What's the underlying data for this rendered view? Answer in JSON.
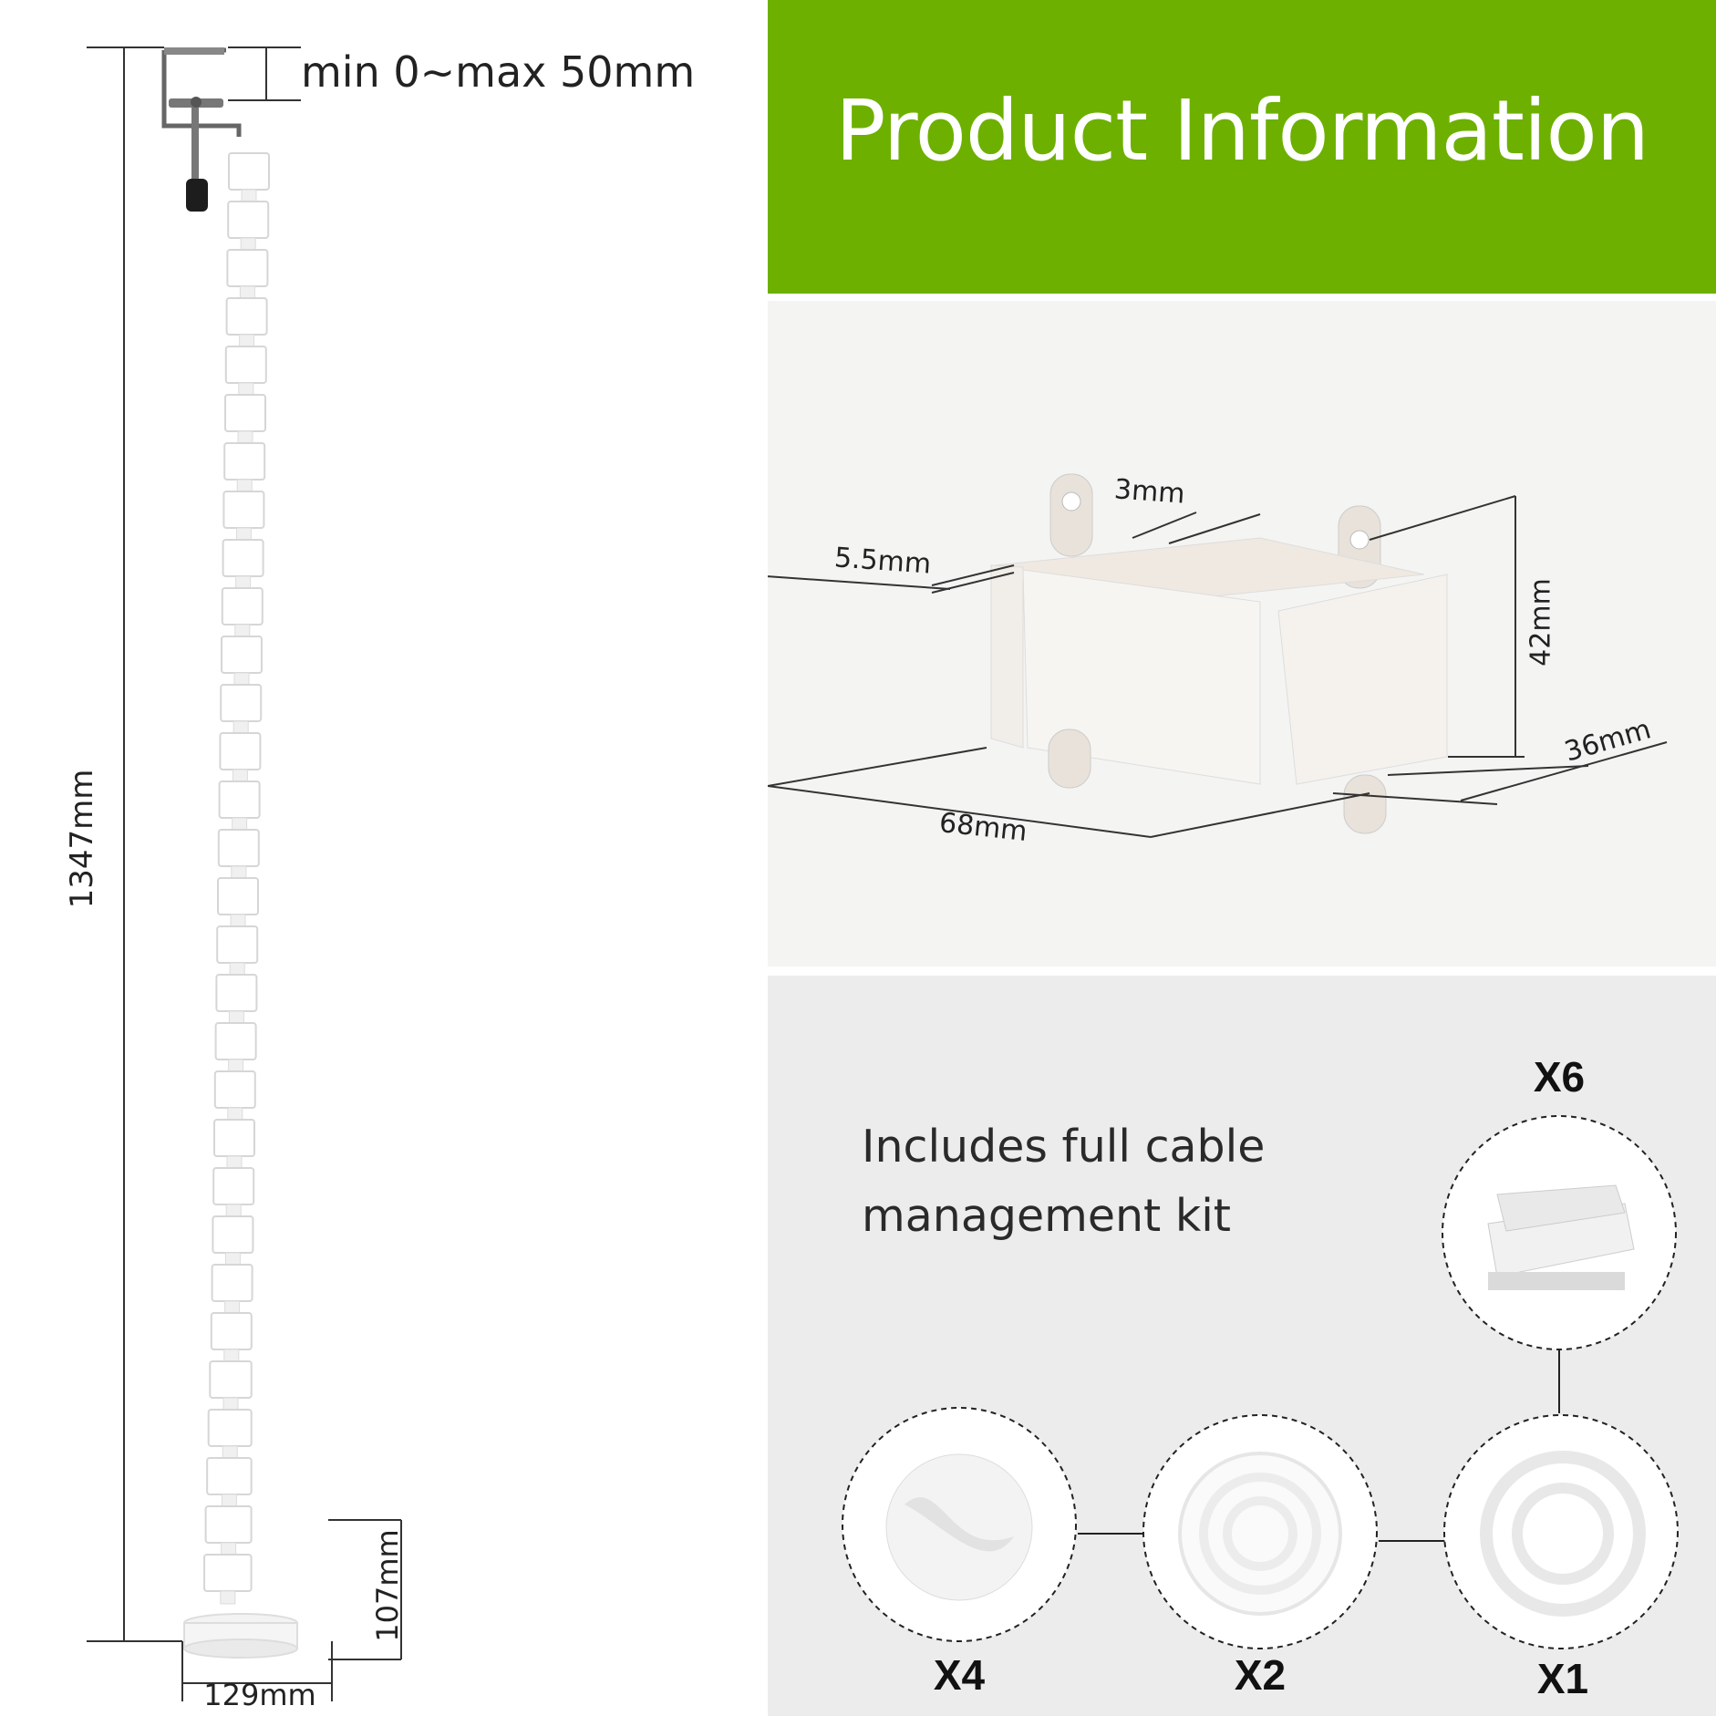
{
  "left_diagram": {
    "clamp_range": "min 0~max 50mm",
    "total_height": "1347mm",
    "base_height": "107mm",
    "base_width": "129mm"
  },
  "header": {
    "title": "Product Information"
  },
  "vertebra_dimensions": {
    "thickness_top": "3mm",
    "thickness_side": "5.5mm",
    "height": "42mm",
    "depth": "36mm",
    "width": "68mm"
  },
  "kit": {
    "description_line1": "Includes full cable",
    "description_line2": "management kit",
    "items": [
      {
        "icon": "cable-clip-icon",
        "quantity": "X6"
      },
      {
        "icon": "cable-holder-icon",
        "quantity": "X4"
      },
      {
        "icon": "velcro-strap-icon",
        "quantity": "X2"
      },
      {
        "icon": "cable-sleeve-icon",
        "quantity": "X1"
      }
    ]
  },
  "colors": {
    "header_green": "#6db000",
    "panel_light": "#f4f4f3",
    "panel_gray": "#ececec"
  }
}
